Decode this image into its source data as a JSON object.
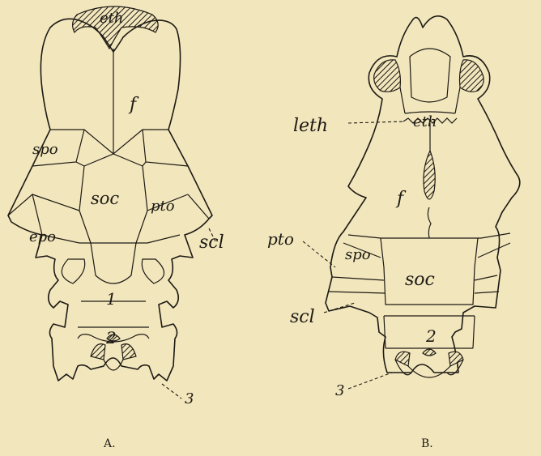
{
  "figure": {
    "panels": [
      {
        "caption": "A.",
        "labels": {
          "eth": "eth",
          "f": "f",
          "spo": "spo",
          "soc": "soc",
          "pto": "pto",
          "epo": "epo",
          "scl": "scl",
          "one": "1",
          "two": "2",
          "three": "3"
        }
      },
      {
        "caption": "B.",
        "labels": {
          "leth": "leth",
          "eth": "eth",
          "f": "f",
          "pto": "pto",
          "spo": "spo",
          "soc": "soc",
          "scl": "scl",
          "two": "2",
          "three": "3"
        }
      }
    ]
  }
}
